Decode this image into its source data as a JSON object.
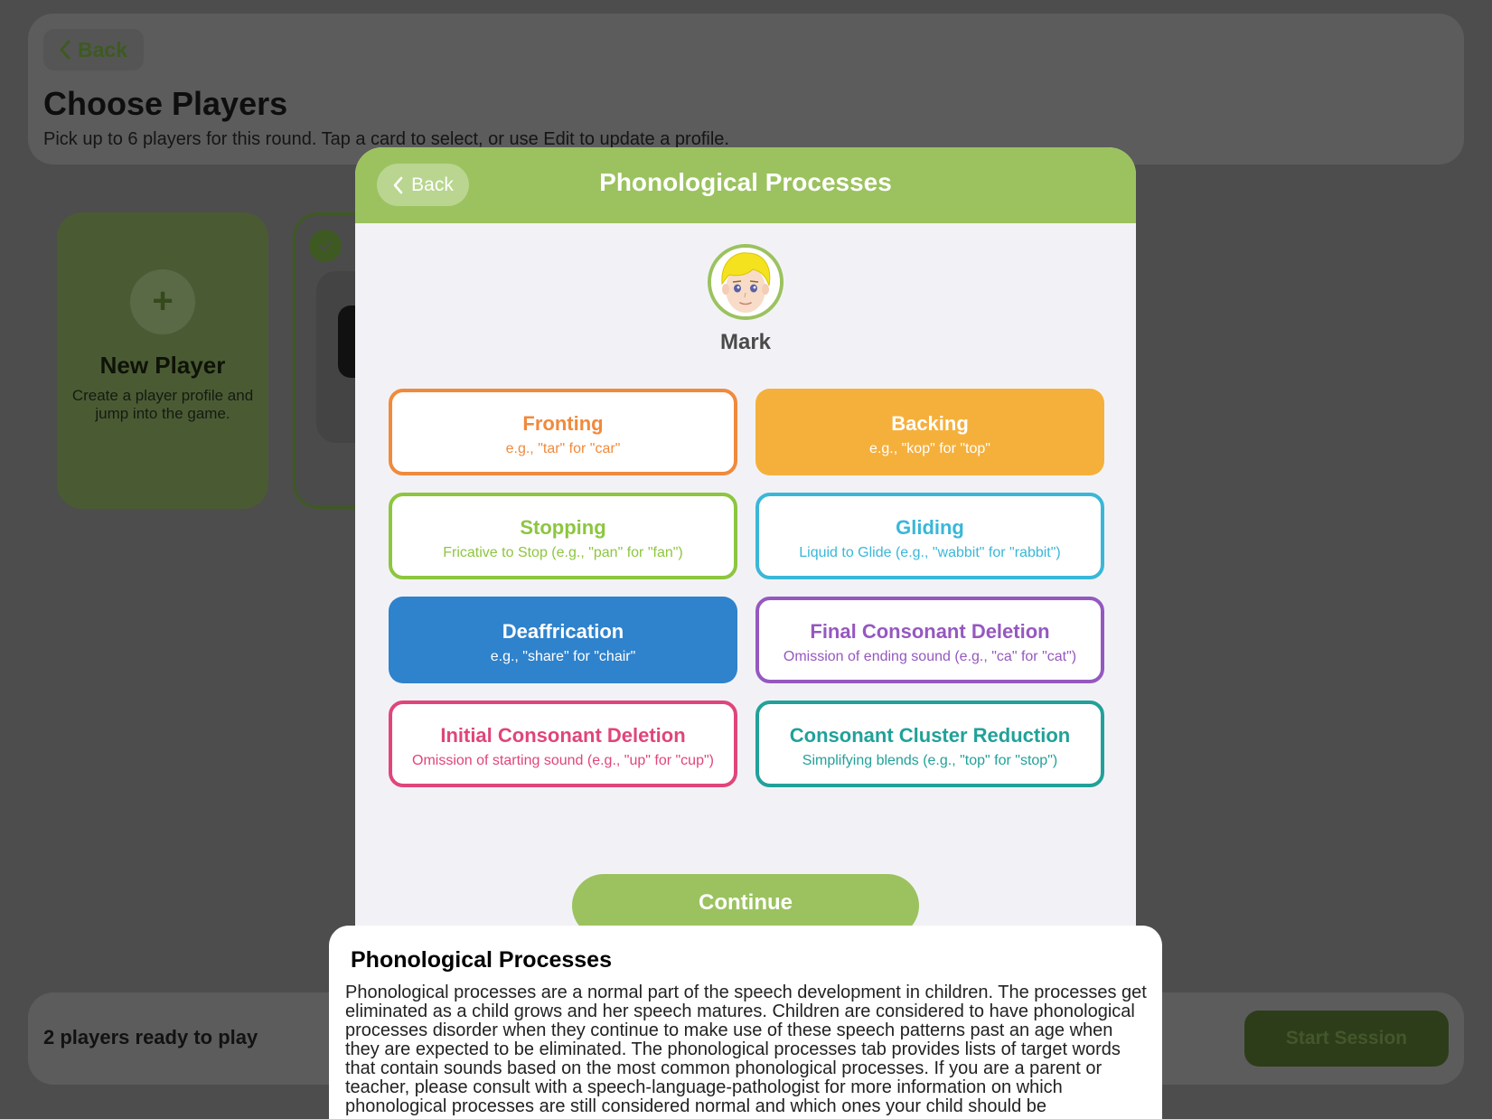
{
  "background": {
    "back_label": "Back",
    "title": "Choose Players",
    "subtitle": "Pick up to 6 players for this round. Tap a card to select, or use Edit to update a profile.",
    "new_player": {
      "plus": "+",
      "title": "New Player",
      "description": "Create a player profile and jump into the game."
    },
    "footer": {
      "ready_text": "2 players ready to play",
      "start_label": "Start Session"
    }
  },
  "modal": {
    "back_label": "Back",
    "title": "Phonological Processes",
    "player_name": "Mark",
    "processes": [
      {
        "title": "Fronting",
        "subtitle": "e.g., \"tar\" for \"car\"",
        "color": "#f08a3c",
        "filled": false
      },
      {
        "title": "Backing",
        "subtitle": "e.g., \"kop\" for \"top\"",
        "color": "#f5b03c",
        "filled": true
      },
      {
        "title": "Stopping",
        "subtitle": "Fricative to Stop (e.g., \"pan\" for \"fan\")",
        "color": "#8dc63f",
        "filled": false
      },
      {
        "title": "Gliding",
        "subtitle": "Liquid to Glide (e.g., \"wabbit\" for \"rabbit\")",
        "color": "#3ab7d8",
        "filled": false
      },
      {
        "title": "Deaffrication",
        "subtitle": "e.g., \"share\" for \"chair\"",
        "color": "#2f82cc",
        "filled": true
      },
      {
        "title": "Final Consonant Deletion",
        "subtitle": "Omission of ending sound (e.g., \"ca\" for \"cat\")",
        "color": "#9558c0",
        "filled": false
      },
      {
        "title": "Initial Consonant Deletion",
        "subtitle": "Omission of starting sound (e.g., \"up\" for \"cup\")",
        "color": "#e0457a",
        "filled": false
      },
      {
        "title": "Consonant Cluster Reduction",
        "subtitle": "Simplifying blends (e.g., \"top\" for \"stop\")",
        "color": "#21a19a",
        "filled": false
      }
    ],
    "continue_label": "Continue"
  },
  "info": {
    "title": "Phonological Processes",
    "body": "Phonological processes are a normal part of the speech development in children. The processes get eliminated as a child grows and her speech matures. Children are considered to have phonological processes disorder when they continue to make use of these speech patterns past an age when they are expected to be eliminated. The phonological processes tab provides lists of target words that contain sounds based on the most common phonological processes. If you are a parent or teacher, please consult with a speech-language-pathologist for more information on which phonological processes are still considered normal and which ones your child should be"
  },
  "colors": {
    "accent_green": "#9bc25f",
    "overlay_background": "#4d4d4d",
    "modal_background": "#f2f2f6"
  },
  "icons": {
    "back": "chevron-left-icon",
    "check": "checkmark-icon",
    "plus": "plus-icon",
    "avatar": "boy-avatar-icon"
  }
}
